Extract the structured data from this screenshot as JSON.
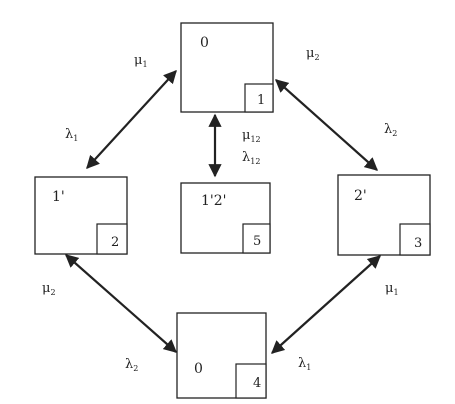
{
  "states": [
    {
      "id": "top",
      "label": "0",
      "number": "1"
    },
    {
      "id": "left",
      "label": "1'",
      "number": "2"
    },
    {
      "id": "center",
      "label": "1'2'",
      "number": "5"
    },
    {
      "id": "right",
      "label": "2'",
      "number": "3"
    },
    {
      "id": "bottom",
      "label": "0",
      "number": "4"
    }
  ],
  "rates": {
    "top_left_mu": {
      "base": "μ",
      "sub": "1"
    },
    "top_left_lambda": {
      "base": "λ",
      "sub": "1"
    },
    "top_right_mu": {
      "base": "μ",
      "sub": "2"
    },
    "top_right_lambda": {
      "base": "λ",
      "sub": "2"
    },
    "center_mu": {
      "base": "μ",
      "sub": "12"
    },
    "center_lambda": {
      "base": "λ",
      "sub": "12"
    },
    "bottom_left_mu": {
      "base": "μ",
      "sub": "2"
    },
    "bottom_left_lambda": {
      "base": "λ",
      "sub": "2"
    },
    "bottom_right_mu": {
      "base": "μ",
      "sub": "1"
    },
    "bottom_right_lambda": {
      "base": "λ",
      "sub": "1"
    }
  }
}
